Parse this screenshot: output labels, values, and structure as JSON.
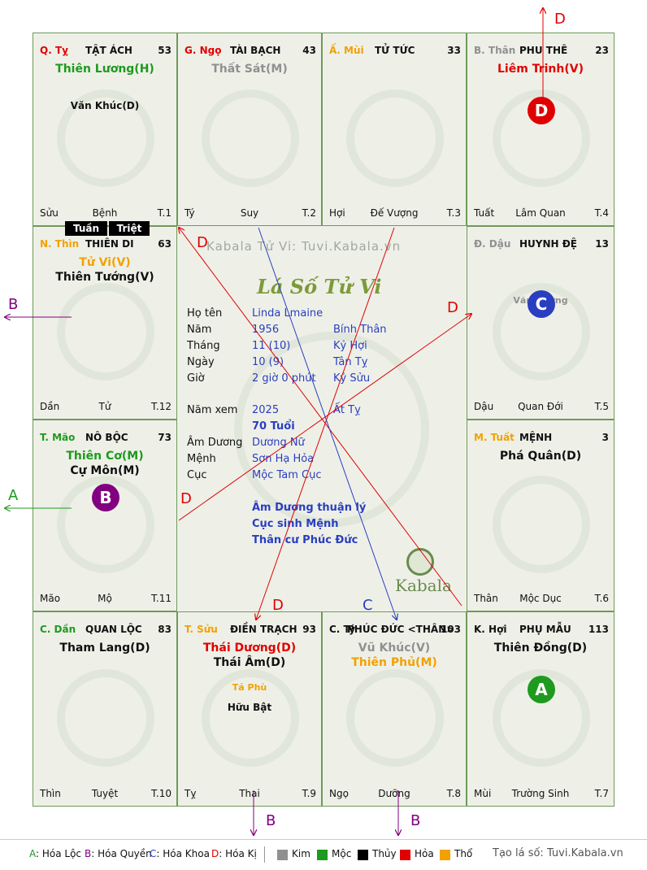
{
  "colors": {
    "red": "#e00000",
    "green": "#1e9a1e",
    "orange": "#f2a100",
    "gray": "#909090",
    "blue": "#2a3ec0",
    "purple": "#800080",
    "black": "#111111"
  },
  "palaces": [
    {
      "id": "ty",
      "branch_hdr": "Q. Tỵ",
      "name": "TẬT ÁCH",
      "num": "53",
      "stars_main": [
        {
          "text": "Thiên Lương(H)",
          "color": "green"
        }
      ],
      "stars_minor": [
        {
          "text": "Văn Khúc(D)",
          "color": "black"
        }
      ],
      "bottom_left": "Sửu",
      "bottom_mid": "Bệnh",
      "bottom_right": "T.1",
      "hdr_color": "red"
    },
    {
      "id": "ngo",
      "branch_hdr": "G. Ngọ",
      "name": "TÀI BẠCH",
      "num": "43",
      "stars_main": [
        {
          "text": "Thất Sát(M)",
          "color": "gray"
        }
      ],
      "stars_minor": [],
      "bottom_left": "Tý",
      "bottom_mid": "Suy",
      "bottom_right": "T.2",
      "hdr_color": "red"
    },
    {
      "id": "mui",
      "branch_hdr": "Ấ. Mùi",
      "name": "TỬ TỨC",
      "num": "33",
      "stars_main": [],
      "stars_minor": [],
      "bottom_left": "Hợi",
      "bottom_mid": "Đế Vượng",
      "bottom_right": "T.3",
      "hdr_color": "orange"
    },
    {
      "id": "than",
      "branch_hdr": "B. Thân",
      "name": "PHU THÊ",
      "num": "23",
      "stars_main": [
        {
          "text": "Liêm Trinh(V)",
          "color": "red"
        }
      ],
      "stars_minor": [],
      "bottom_left": "Tuất",
      "bottom_mid": "Lâm Quan",
      "bottom_right": "T.4",
      "hdr_color": "gray",
      "circle": "D",
      "circle_color": "red"
    },
    {
      "id": "thin",
      "branch_hdr": "N. Thìn",
      "name": "THIÊN DI",
      "num": "63",
      "stars_main": [
        {
          "text": "Tử Vi(V)",
          "color": "orange"
        },
        {
          "text": "Thiên Tướng(V)",
          "color": "black"
        }
      ],
      "stars_minor": [],
      "bottom_left": "Dần",
      "bottom_mid": "Tử",
      "bottom_right": "T.12",
      "hdr_color": "orange"
    },
    {
      "id": "dau",
      "branch_hdr": "Đ. Dậu",
      "name": "HUYNH ĐỆ",
      "num": "13",
      "stars_main": [],
      "stars_minor": [
        {
          "text": "Văn Xương",
          "color": "gray"
        }
      ],
      "bottom_left": "Dậu",
      "bottom_mid": "Quan Đới",
      "bottom_right": "T.5",
      "hdr_color": "gray",
      "circle": "C",
      "circle_color": "blue"
    },
    {
      "id": "mao",
      "branch_hdr": "T. Mão",
      "name": "NÔ BỘC",
      "num": "73",
      "stars_main": [
        {
          "text": "Thiên Cơ(M)",
          "color": "green"
        },
        {
          "text": "Cự Môn(M)",
          "color": "black"
        }
      ],
      "stars_minor": [],
      "bottom_left": "Mão",
      "bottom_mid": "Mộ",
      "bottom_right": "T.11",
      "hdr_color": "green",
      "circle": "B",
      "circle_color": "purple"
    },
    {
      "id": "tuat",
      "branch_hdr": "M. Tuất",
      "name": "MỆNH",
      "num": "3",
      "stars_main": [
        {
          "text": "Phá Quân(D)",
          "color": "black"
        }
      ],
      "stars_minor": [],
      "bottom_left": "Thân",
      "bottom_mid": "Mộc Dục",
      "bottom_right": "T.6",
      "hdr_color": "orange"
    },
    {
      "id": "dan",
      "branch_hdr": "C. Dần",
      "name": "QUAN LỘC",
      "num": "83",
      "stars_main": [
        {
          "text": "Tham Lang(D)",
          "color": "black"
        }
      ],
      "stars_minor": [],
      "bottom_left": "Thìn",
      "bottom_mid": "Tuyệt",
      "bottom_right": "T.10",
      "hdr_color": "green"
    },
    {
      "id": "suu",
      "branch_hdr": "T. Sửu",
      "name": "ĐIỀN TRẠCH",
      "num": "93",
      "stars_main": [
        {
          "text": "Thái Dương(D)",
          "color": "red"
        },
        {
          "text": "Thái Âm(D)",
          "color": "black"
        }
      ],
      "stars_minor": [
        {
          "text": "Tả Phù",
          "color": "orange"
        },
        {
          "text": "Hữu Bật",
          "color": "black"
        }
      ],
      "bottom_left": "Tỵ",
      "bottom_mid": "Thai",
      "bottom_right": "T.9",
      "hdr_color": "orange"
    },
    {
      "id": "ty2",
      "branch_hdr": "C. Tý",
      "name": "PHÚC ĐỨC <THÂN>",
      "num": "103",
      "stars_main": [
        {
          "text": "Vũ Khúc(V)",
          "color": "gray"
        },
        {
          "text": "Thiên Phủ(M)",
          "color": "orange"
        }
      ],
      "stars_minor": [],
      "bottom_left": "Ngọ",
      "bottom_mid": "Dưỡng",
      "bottom_right": "T.8",
      "hdr_color": "black"
    },
    {
      "id": "hoi",
      "branch_hdr": "K. Hợi",
      "name": "PHỤ MẪU",
      "num": "113",
      "stars_main": [
        {
          "text": "Thiên Đồng(D)",
          "color": "black"
        }
      ],
      "stars_minor": [],
      "bottom_left": "Mùi",
      "bottom_mid": "Trường Sinh",
      "bottom_right": "T.7",
      "hdr_color": "black",
      "circle": "A",
      "circle_color": "green"
    }
  ],
  "tuan": "Tuần",
  "triet": "Triệt",
  "center": {
    "watermark": "Kabala Tử Vi: Tuvi.Kabala.vn",
    "title": "Lá Số Tử Vi",
    "rows": [
      {
        "label": "Họ tên",
        "v1": "Linda Lmaine",
        "v2": ""
      },
      {
        "label": "Năm",
        "v1": "1956",
        "v2": "Bính Thân"
      },
      {
        "label": "Tháng",
        "v1": "11  (10)",
        "v2": "Kỷ Hợi"
      },
      {
        "label": "Ngày",
        "v1": "10  (9)",
        "v2": "Tân Tỵ"
      },
      {
        "label": "Giờ",
        "v1": "2 giờ 0 phút",
        "v2": "Kỷ Sửu"
      }
    ],
    "nam_xem_label": "Năm xem",
    "nam_xem": "2025",
    "nam_xem_can": "Ất Tỵ",
    "tuoi": "70 Tuổi",
    "rows2": [
      {
        "label": "Âm Dương",
        "v1": "Dương Nữ"
      },
      {
        "label": "Mệnh",
        "v1": "Sơn Hạ Hỏa"
      },
      {
        "label": "Cục",
        "v1": "Mộc Tam Cục"
      }
    ],
    "notes": [
      "Âm Dương thuận lý",
      "Cục sinh Mệnh",
      "Thân cư Phúc Đức"
    ],
    "brand": "Kabala"
  },
  "arrow_labels": {
    "top_d": "D",
    "left_b": "B",
    "left_a": "A",
    "bottom_b1": "B",
    "bottom_b2": "B",
    "inner_d1": "D",
    "inner_d2": "D",
    "inner_d3": "D",
    "inner_d4": "D",
    "inner_c": "C"
  },
  "legend": {
    "items": [
      {
        "key": "A",
        "text": ": Hóa Lộc",
        "color": "green"
      },
      {
        "key": "B",
        "text": ": Hóa Quyền",
        "color": "purple"
      },
      {
        "key": "C",
        "text": ": Hóa Khoa",
        "color": "blue"
      },
      {
        "key": "D",
        "text": ": Hóa Kị",
        "color": "red"
      }
    ],
    "elements": [
      {
        "name": "Kim",
        "color": "#909090"
      },
      {
        "name": "Mộc",
        "color": "#1e9a1e"
      },
      {
        "name": "Thủy",
        "color": "#000000"
      },
      {
        "name": "Hỏa",
        "color": "#e00000"
      },
      {
        "name": "Thổ",
        "color": "#f2a100"
      }
    ],
    "credit": "Tạo lá số: Tuvi.Kabala.vn"
  }
}
